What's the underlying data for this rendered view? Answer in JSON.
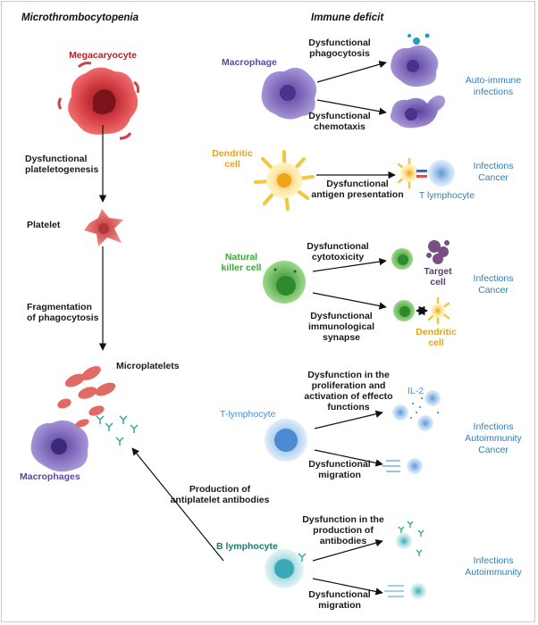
{
  "headings": {
    "left": "Microthrombocytopenia",
    "right": "Immune deficit"
  },
  "left_column": {
    "megakaryocyte": "Megacaryocyte",
    "step1": [
      "Dysfunctional",
      "plateletogenesis"
    ],
    "platelet": "Platelet",
    "step2": [
      "Fragmentation",
      "of phagocytosis"
    ],
    "microplatelets": "Microplatelets",
    "macrophages": "Macrophages",
    "antibodies_step": [
      "Production of",
      "antiplatelet antibodies"
    ]
  },
  "rows": {
    "macrophage": {
      "name": "Macrophage",
      "d1": [
        "Dysfunctional",
        "phagocytosis"
      ],
      "d2": [
        "Dysfunctional",
        "chemotaxis"
      ],
      "outcome": [
        "Auto-immune",
        "infections"
      ]
    },
    "dendritic": {
      "name": [
        "Dendritic",
        "cell"
      ],
      "d1": [
        "Dysfunctional",
        "antigen presentation"
      ],
      "t_lymph": "T lymphocyte",
      "outcome": [
        "Infections",
        "Cancer"
      ]
    },
    "nk": {
      "name": [
        "Natural",
        "killer cell"
      ],
      "d1": [
        "Dysfunctional",
        "cytotoxicity"
      ],
      "target": [
        "Target",
        "cell"
      ],
      "d2": [
        "Dysfunctional",
        "immunological",
        "synapse"
      ],
      "dendritic_small": [
        "Dendritic",
        "cell"
      ],
      "outcome": [
        "Infections",
        "Cancer"
      ]
    },
    "tcell": {
      "name": "T-lymphocyte",
      "d1": [
        "Dysfunction in the",
        "proliferation and",
        "activation of effecto",
        "functions"
      ],
      "il2": "IL-2",
      "d2": [
        "Dysfunctional",
        "migration"
      ],
      "outcome": [
        "Infections",
        "Autoimmunity",
        "Cancer"
      ]
    },
    "bcell": {
      "name": "B lymphocyte",
      "d1": [
        "Dysfunction in the",
        "production of",
        "antibodies"
      ],
      "d2": [
        "Dysfunctional",
        "migration"
      ],
      "outcome": [
        "Infections",
        "Autoimmunity"
      ]
    }
  },
  "colors": {
    "megakaryocyte": "#d93a3f",
    "platelet": "#e05a5c",
    "macrophage": "#7a63b5",
    "dendritic": "#f2b632",
    "nk": "#5cb84a",
    "tcell": "#8fb8e0",
    "bcell": "#79c4cf",
    "outcome": "#2f7fb8",
    "megakaryocyte_label": "#b0232a",
    "macrophage_label": "#5a47a0",
    "dendritic_label": "#e3a320",
    "nk_label": "#3fa339",
    "tcell_label": "#4a8fcf",
    "bcell_label": "#1f7a66"
  }
}
